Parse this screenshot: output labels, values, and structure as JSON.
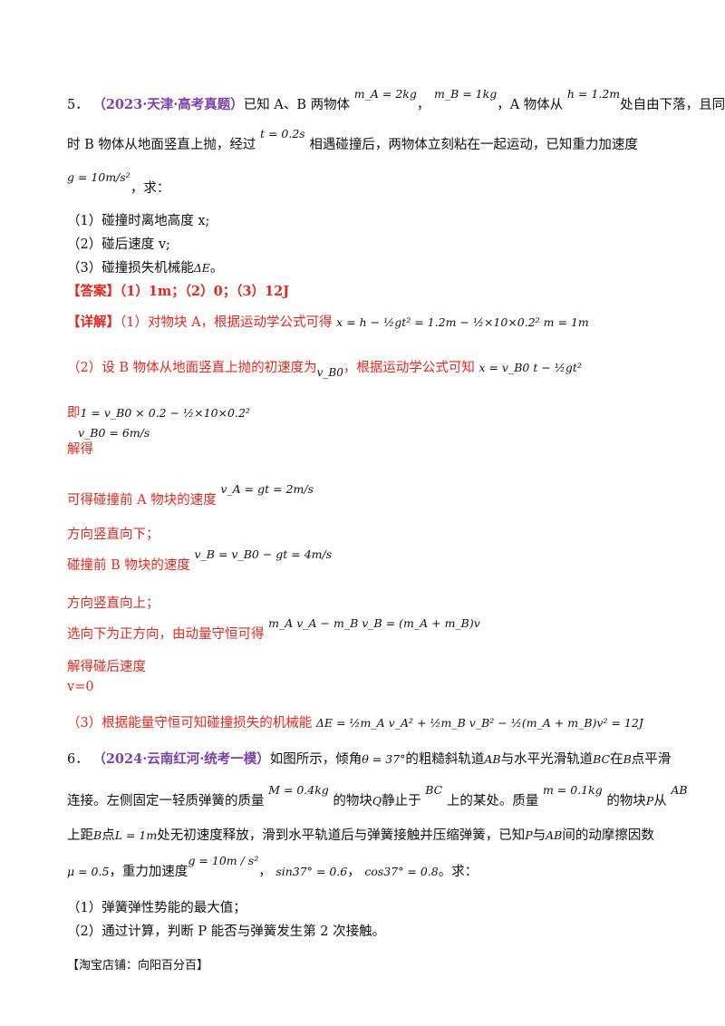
{
  "q5": {
    "num": "5．",
    "tag": "（2023·天津·高考真题）",
    "l1a": "已知 A、B 两物体",
    "l1b": "，",
    "l1c": "，A 物体从",
    "l1d": "处自由下落，且同",
    "f_mA": "m_A = 2kg",
    "f_mB": "m_B = 1kg",
    "f_h": "h = 1.2m",
    "l2a": "时 B 物体从地面竖直上抛，经过",
    "f_t": "t = 0.2s",
    "l2b": "相遇碰撞后，两物体立刻粘在一起运动，已知重力加速度",
    "f_g": "g = 10m/s²",
    "l3": "，求：",
    "q1": "（1）碰撞时离地高度 x;",
    "q2": "（2）碰后速度 v;",
    "q3a": "（3）碰撞损失机械能",
    "f_dE": "ΔE",
    "q3b": "。",
    "answer_label": "【答案】",
    "answer_text": "（1）1m；（2）0；（3）12J",
    "d1_label": "【详解】",
    "d1_text": "（1）对物块 A，根据运动学公式可得",
    "f_d1": "x = h − ½gt² = 1.2m − ½×10×0.2² m = 1m",
    "d2_text": "（2）设 B 物体从地面竖直上抛的初速度为",
    "f_vB0": "v_B0",
    "d2_text2": "，根据运动学公式可知",
    "f_d2": "x = v_B0 t − ½gt²",
    "d3_text": "即",
    "f_d3": "1 = v_B0 × 0.2 − ½×10×0.2²",
    "d4_text": "解得",
    "f_d4": "v_B0 = 6m/s",
    "d5_text": "可得碰撞前 A 物块的速度",
    "f_d5": "v_A = gt = 2m/s",
    "d6_text": "方向竖直向下；",
    "d7_text": "碰撞前 B 物块的速度",
    "f_d7": "v_B = v_B0 − gt = 4m/s",
    "d8_text": "方向竖直向上；",
    "d9_text": "选向下为正方向，由动量守恒可得",
    "f_d9": "m_A v_A − m_B v_B = (m_A + m_B)v",
    "d10_text": "解得碰后速度",
    "d11_text": "v=0",
    "d12_text": "（3）根据能量守恒可知碰撞损失的机械能",
    "f_d12": "ΔE = ½m_A v_A² + ½m_B v_B² − ½(m_A + m_B)v² = 12J"
  },
  "q6": {
    "num": "6．",
    "tag": "（2024·云南红河·统考一模）",
    "l1a": "如图所示，倾角",
    "f_theta": "θ = 37°",
    "l1b": "的粗糙斜轨道",
    "f_AB": "AB",
    "l1c": "与水平光滑轨道",
    "f_BC": "BC",
    "l1d": "在",
    "l1e": "B",
    "l1f": "点平滑",
    "l2a": "连接。左侧固定一轻质弹簧的质量",
    "f_M": "M = 0.4kg",
    "l2b": "的物块",
    "l2c": "Q",
    "l2d": "静止于",
    "f_BC2": "BC",
    "l2e": "上的某处。质量",
    "f_m": "m = 0.1kg",
    "l2f": "的物块",
    "l2g": "P",
    "l2h": "从",
    "f_AB2": "AB",
    "l3a": "上距",
    "l3b": "B",
    "l3c": "点",
    "f_L": "L = 1m",
    "l3d": "处无初速度释放，滑到水平轨道后与弹簧接触并压缩弹簧，已知",
    "l3e": "P",
    "l3f": "与",
    "f_AB3": "AB",
    "l3g": "间的动摩擦因数",
    "f_mu": "μ = 0.5",
    "l4a": "，重力加速度",
    "f_g": "g = 10m / s²",
    "l4b": "，",
    "f_sin": "sin37° = 0.6",
    "l4c": "，",
    "f_cos": "cos37° = 0.8",
    "l4d": "。求：",
    "q1": "（1）弹簧弹性势能的最大值；",
    "q2": "（2）通过计算，判断 P 能否与弹簧发生第 2 次接触。"
  },
  "footer": "【淘宝店铺：向阳百分百】"
}
